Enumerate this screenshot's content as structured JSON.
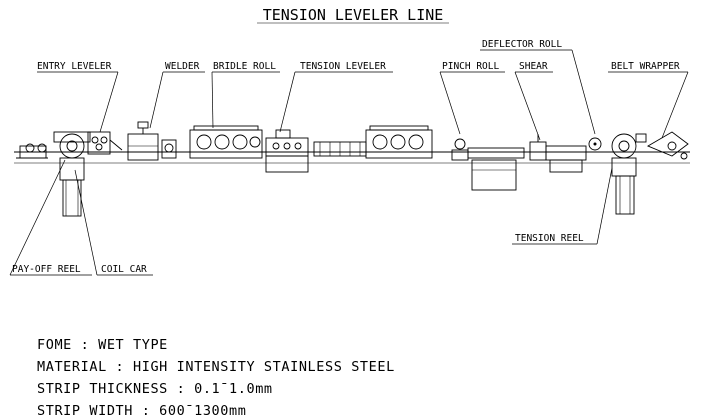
{
  "title": "TENSION LEVELER LINE",
  "labels": {
    "entry_leveler": "ENTRY LEVELER",
    "welder": "WELDER",
    "bridle_roll": "BRIDLE ROLL",
    "tension_leveler": "TENSION LEVELER",
    "pinch_roll": "PINCH ROLL",
    "shear": "SHEAR",
    "deflector_roll": "DEFLECTOR ROLL",
    "belt_wrapper": "BELT WRAPPER",
    "pay_off_reel": "PAY-OFF REEL",
    "coil_car": "COIL CAR",
    "tension_reel": "TENSION REEL"
  },
  "specs": [
    "FOME : WET TYPE",
    "MATERIAL : HIGH INTENSITY STAINLESS STEEL",
    "STRIP THICKNESS : 0.1¯1.0mm",
    "STRIP WIDTH : 600¯1300mm"
  ]
}
